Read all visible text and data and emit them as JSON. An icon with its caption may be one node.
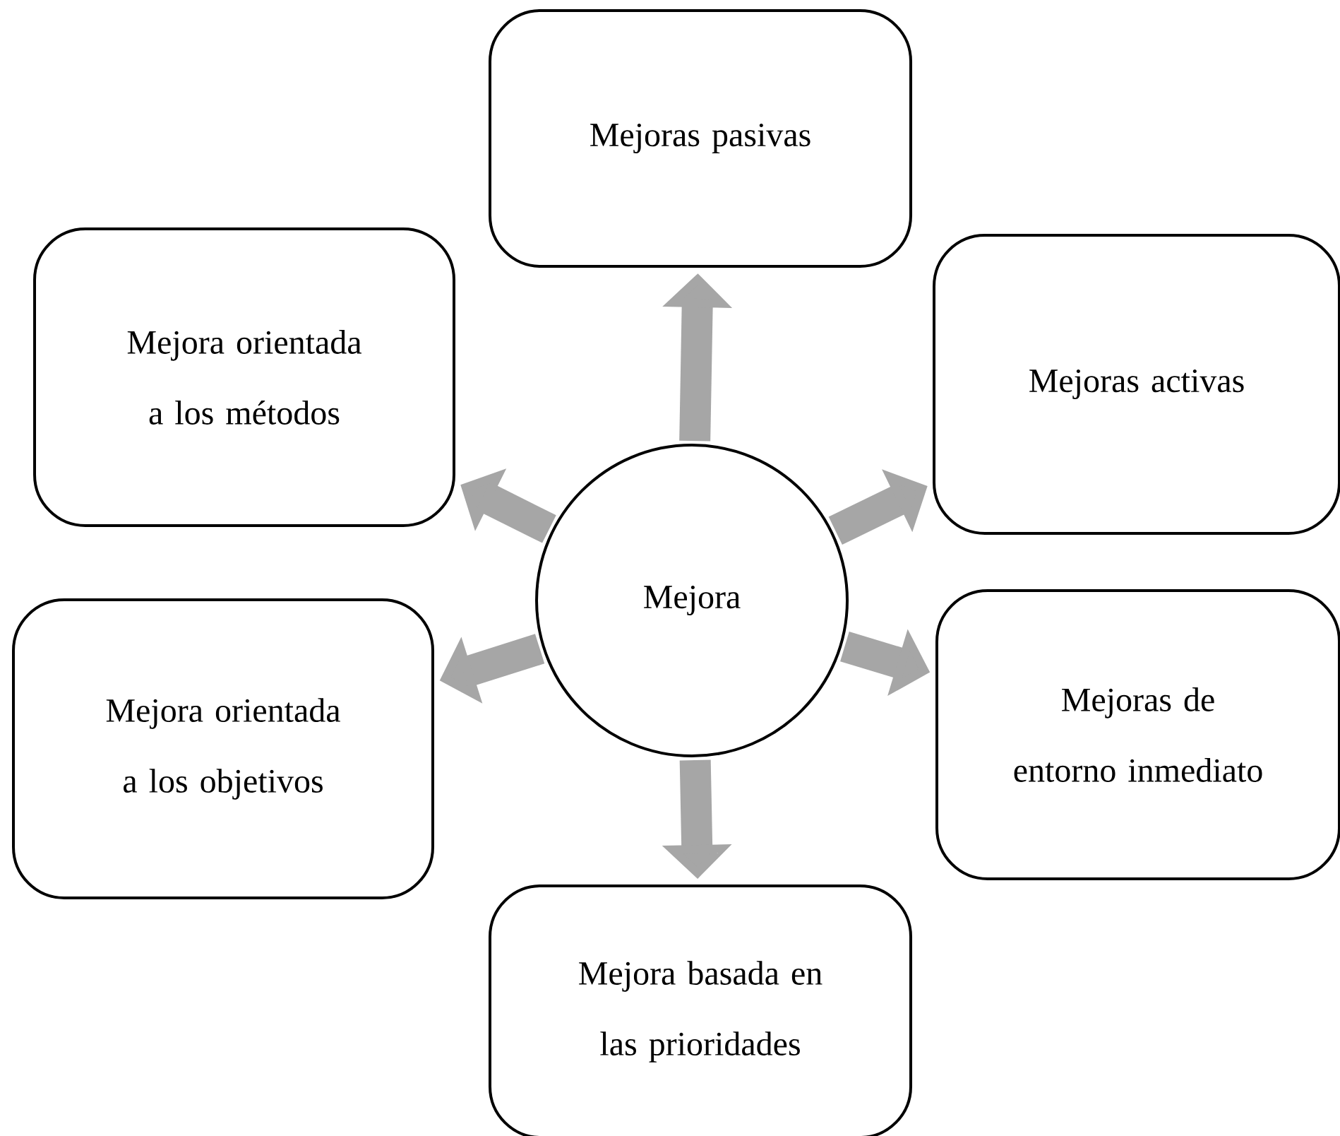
{
  "diagram": {
    "nodes": [
      {
        "text": [
          "Mejora"
        ]
      },
      {
        "text": [
          "Mejoras pasivas"
        ]
      },
      {
        "text": [
          "Mejora orientada a los métodos"
        ]
      },
      {
        "text": [
          "Mejoras activas"
        ]
      },
      {
        "text": [
          "Mejora orientada a los objetivos"
        ]
      },
      {
        "text": [
          "Mejoras de entorno inmediato"
        ]
      },
      {
        "text": [
          "Mejora basada en las prioridades"
        ]
      }
    ],
    "edges": [
      {
        "from": 0,
        "to": 1,
        "arrow": "to"
      },
      {
        "from": 0,
        "to": 2,
        "arrow": "to"
      },
      {
        "from": 0,
        "to": 3,
        "arrow": "to"
      },
      {
        "from": 0,
        "to": 4,
        "arrow": "to"
      },
      {
        "from": 0,
        "to": 5,
        "arrow": "to"
      },
      {
        "from": 0,
        "to": 6,
        "arrow": "to"
      }
    ]
  }
}
